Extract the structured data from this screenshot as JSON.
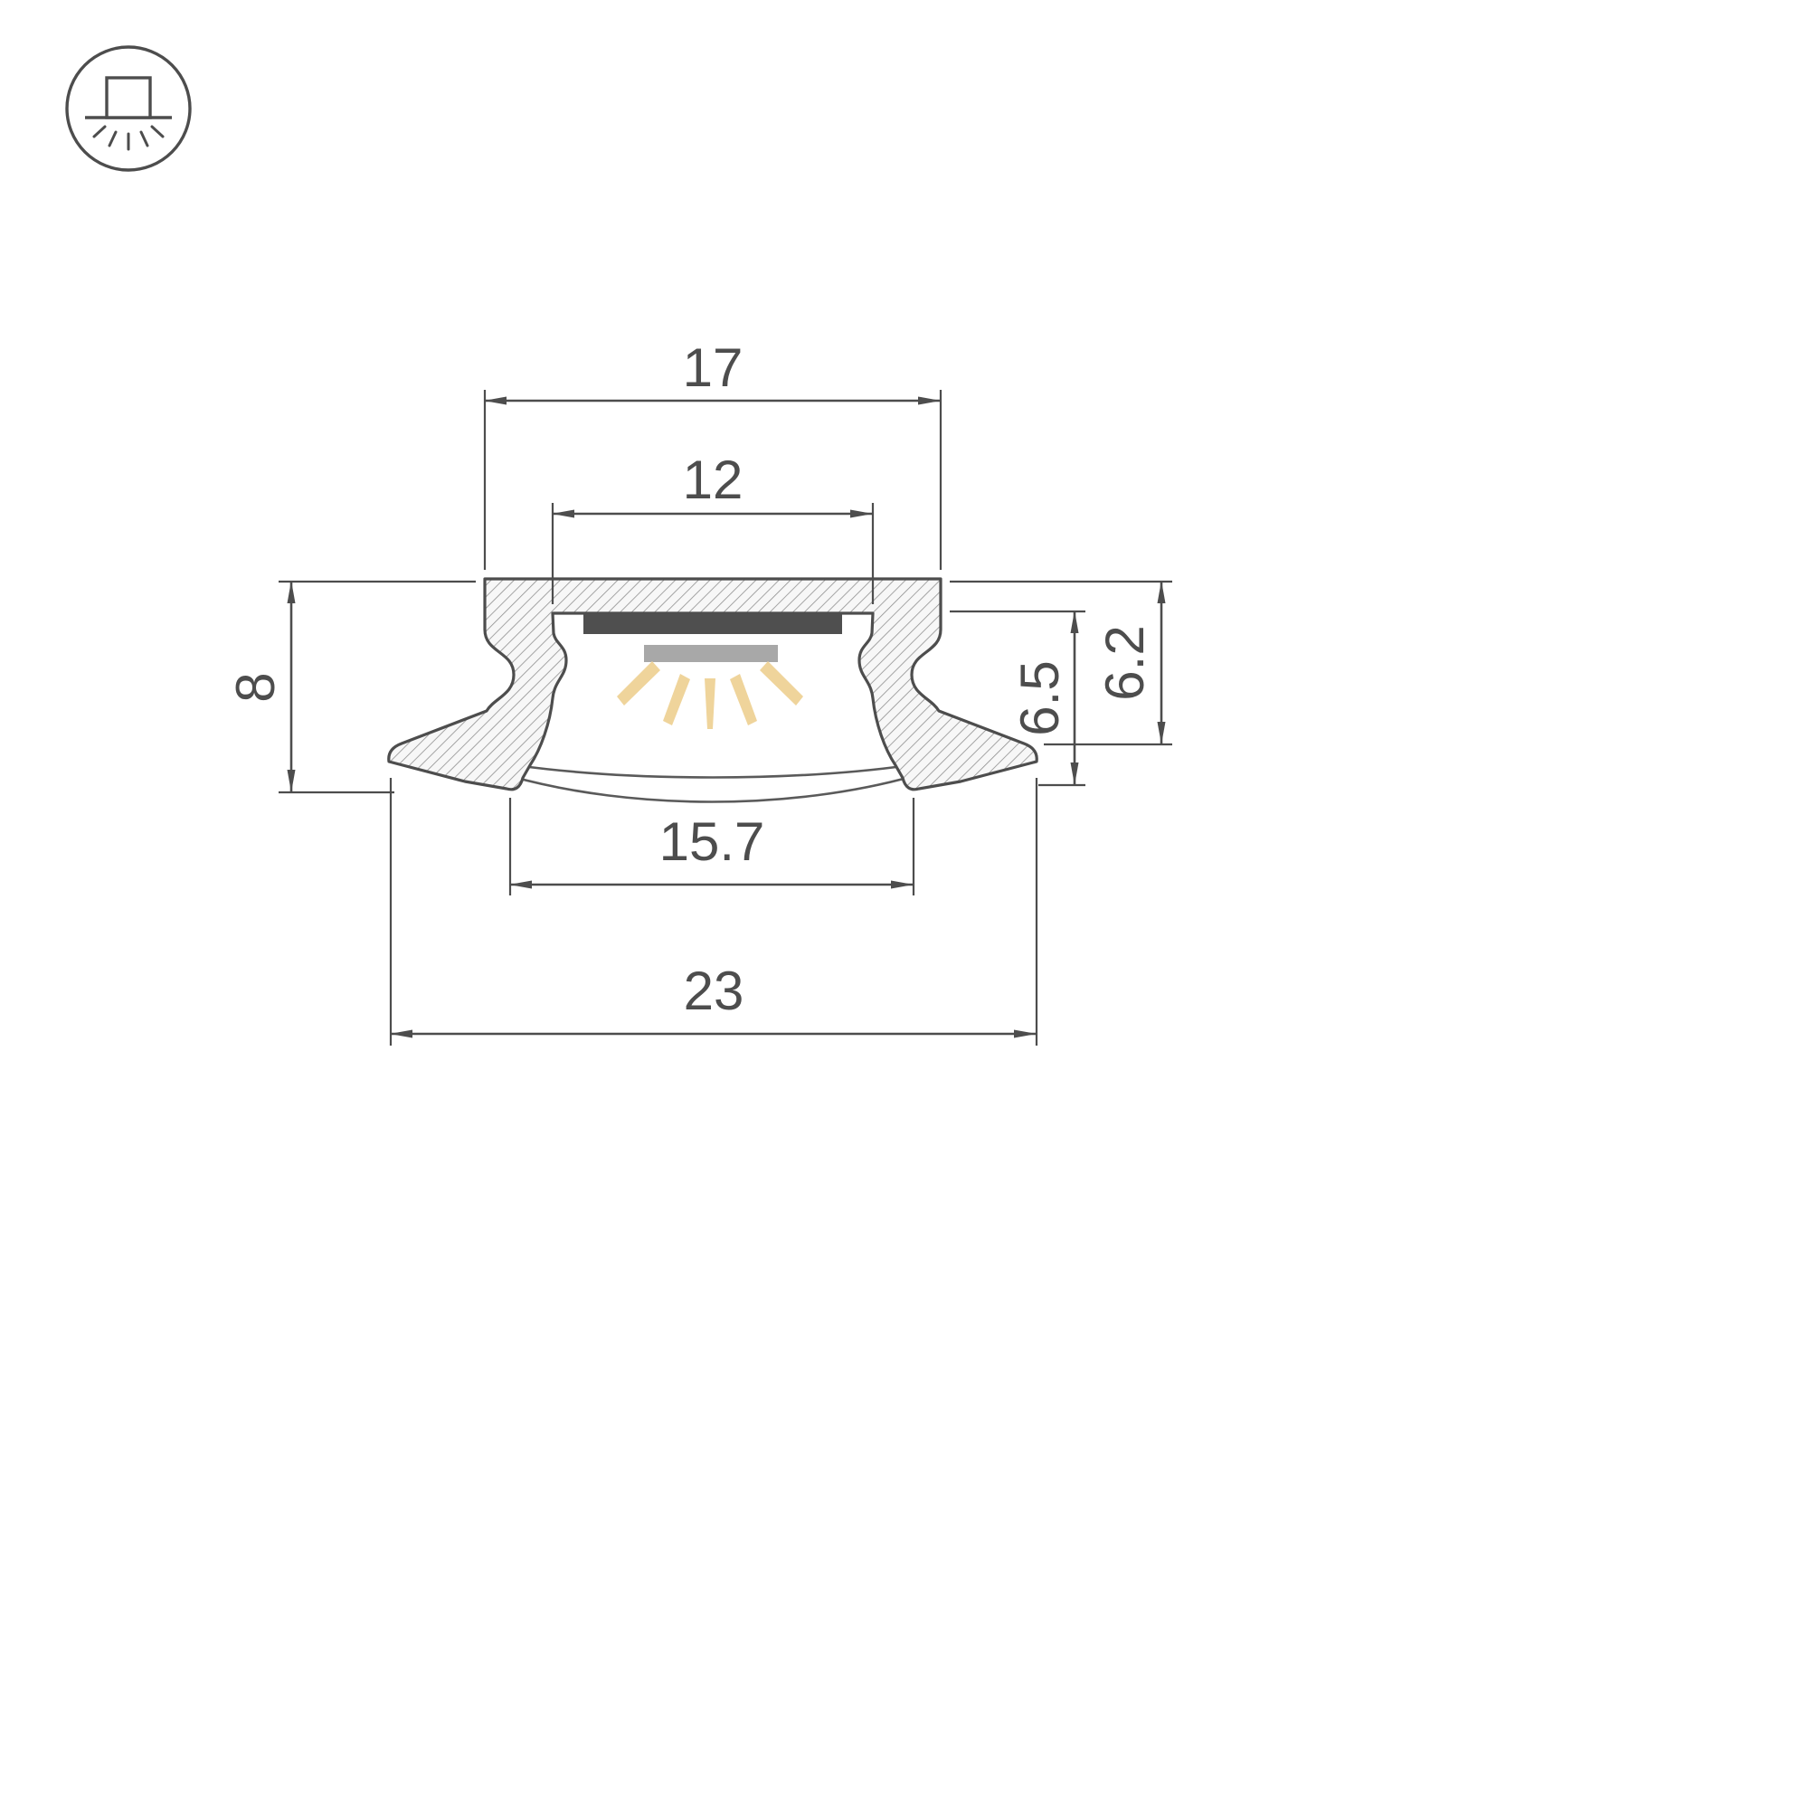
{
  "drawing": {
    "dimensions": {
      "top_width": "17",
      "inner_width": "12",
      "overall_height": "8",
      "inner_height": "6.5",
      "recess_depth": "6.2",
      "diffuser_width": "15.7",
      "overall_width": "23"
    },
    "colors": {
      "line": "#4d4d4d",
      "hatch_line": "#8f8f8f",
      "pcb_bar": "#4f4f4f",
      "led_bar": "#a8a8a8",
      "light_ray": "#efd49b"
    },
    "icon": {
      "name": "recessed-downlight-symbol"
    }
  }
}
